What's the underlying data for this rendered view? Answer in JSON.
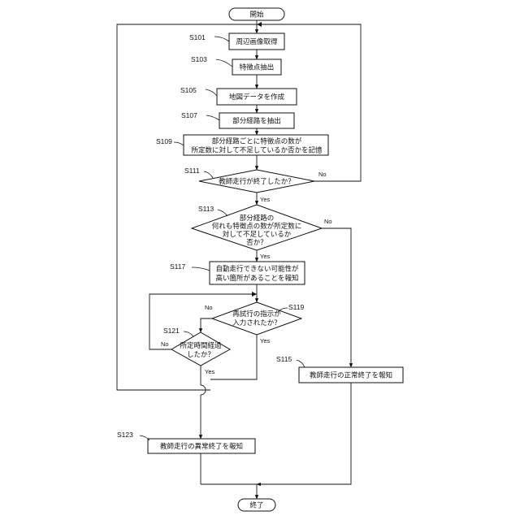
{
  "nodes": {
    "start": "開始",
    "s101": "周辺画像取得",
    "s103": "特徴点抽出",
    "s105": "地図データを作成",
    "s107": "部分経路を抽出",
    "s109_l1": "部分経路ごとに特徴点の数が",
    "s109_l2": "所定数に対して不足しているか否かを記憶",
    "s111": "教師走行が終了したか？",
    "s113_l1": "部分経路の",
    "s113_l2": "何れも特徴点の数が所定数に",
    "s113_l3": "対して不足しているか",
    "s113_l4": "否か？",
    "s117_l1": "自動走行できない可能性が",
    "s117_l2": "高い箇所があることを報知",
    "s119_l1": "再試行の指示が",
    "s119_l2": "入力されたか？",
    "s121_l1": "所定時間経過",
    "s121_l2": "したか？",
    "s115": "教師走行の正常終了を報知",
    "s123": "教師走行の異常終了を報知",
    "end": "終了"
  },
  "steps": {
    "s101": "S101",
    "s103": "S103",
    "s105": "S105",
    "s107": "S107",
    "s109": "S109",
    "s111": "S111",
    "s113": "S113",
    "s117": "S117",
    "s119": "S119",
    "s121": "S121",
    "s115": "S115",
    "s123": "S123"
  },
  "edges": {
    "s111_no": "No",
    "s111_yes": "Yes",
    "s113_no": "No",
    "s113_yes": "Yes",
    "s119_no": "No",
    "s119_yes": "Yes",
    "s121_no": "No",
    "s121_yes": "Yes"
  }
}
